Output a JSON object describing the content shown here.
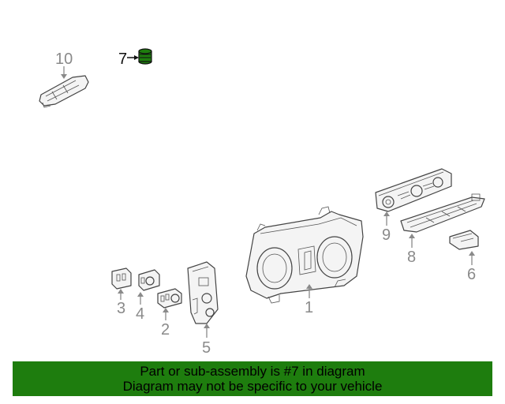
{
  "diagram": {
    "callouts": {
      "c1": "1",
      "c2": "2",
      "c3": "3",
      "c4": "4",
      "c5": "5",
      "c6": "6",
      "c7": "7",
      "c8": "8",
      "c9": "9",
      "c10": "10"
    },
    "highlight_color": "#1e7d0e",
    "line_color": "#444444",
    "callout_color": "#8a8a8a"
  },
  "banner": {
    "line1": "Part or sub-assembly is #7 in diagram",
    "line2": "Diagram may not be specific to your vehicle",
    "background": "#1e7d0e"
  }
}
